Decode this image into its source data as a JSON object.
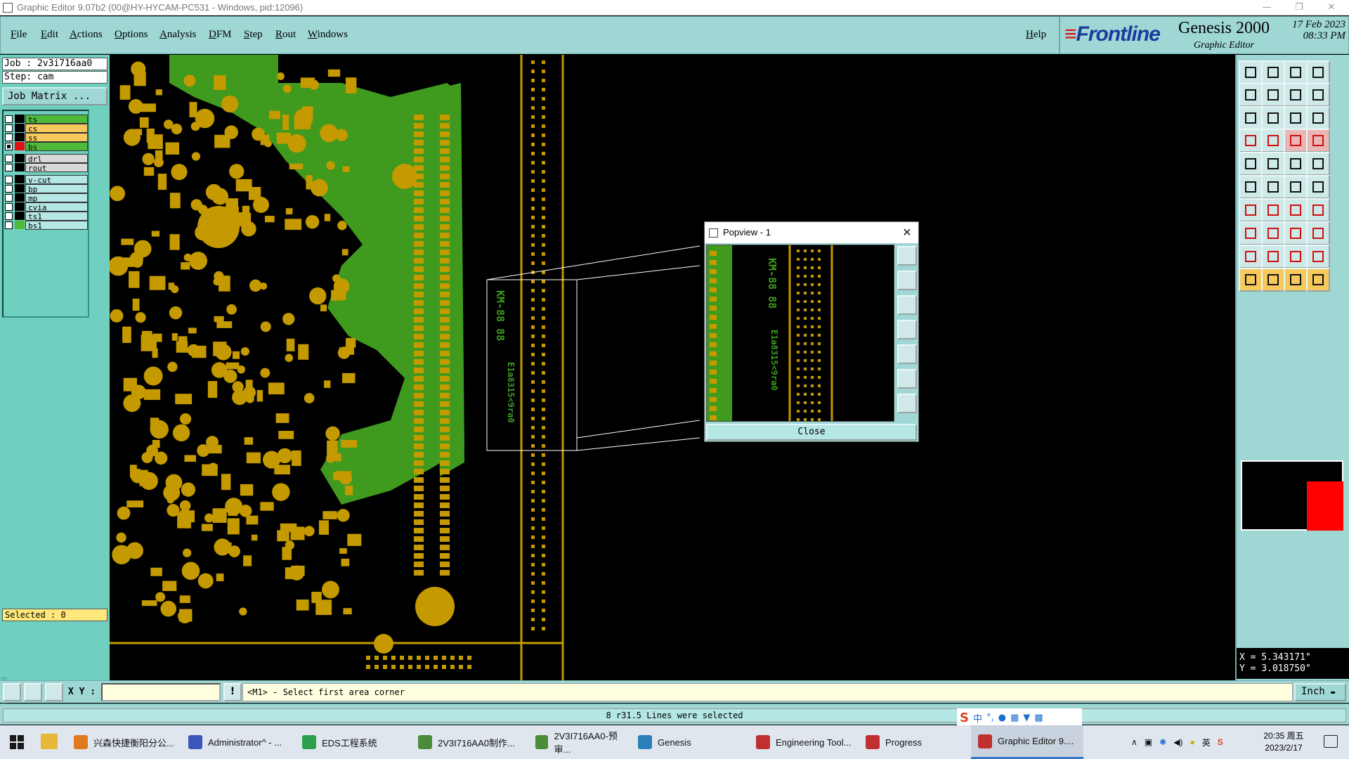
{
  "window": {
    "title": "Graphic Editor 9.07b2 (00@HY-HYCAM-PC531 - Windows, pid:12096)",
    "minimize": "—",
    "restore": "❐",
    "close": "✕"
  },
  "menu": {
    "items": [
      "File",
      "Edit",
      "Actions",
      "Options",
      "Analysis",
      "DFM",
      "Step",
      "Rout",
      "Windows"
    ],
    "help": "Help"
  },
  "brand": {
    "logo": "Frontline",
    "product": "Genesis 2000",
    "subtitle": "Graphic Editor",
    "date": "17 Feb 2023",
    "time": "08:33 PM"
  },
  "left": {
    "job": "Job : 2v3i716aa0",
    "step": "Step: cam",
    "job_matrix": "Job Matrix ...",
    "layers": [
      {
        "name": "ts",
        "color": "#4fb93a",
        "swatch": "#000000",
        "checked": false
      },
      {
        "name": "cs",
        "color": "#f6c95d",
        "swatch": "#000000",
        "checked": false
      },
      {
        "name": "ss",
        "color": "#f6c95d",
        "swatch": "#000000",
        "checked": false
      },
      {
        "name": "bs",
        "color": "#4fb93a",
        "swatch": "#e01010",
        "checked": true,
        "marker": "▒"
      },
      {
        "name": "drl",
        "color": "#d9d9d9",
        "swatch": "#000000",
        "checked": false
      },
      {
        "name": "rout",
        "color": "#d9d9d9",
        "swatch": "#000000",
        "checked": false
      },
      {
        "name": "v-cut",
        "color": "#b5e7e4",
        "swatch": "#000000",
        "checked": false
      },
      {
        "name": "bp",
        "color": "#b5e7e4",
        "swatch": "#000000",
        "checked": false
      },
      {
        "name": "mp",
        "color": "#b5e7e4",
        "swatch": "#000000",
        "checked": false
      },
      {
        "name": "cvia",
        "color": "#b5e7e4",
        "swatch": "#000000",
        "checked": false
      },
      {
        "name": "ts1",
        "color": "#b5e7e4",
        "swatch": "#000000",
        "checked": false
      },
      {
        "name": "bs1",
        "color": "#b5e7e4",
        "swatch": "#4fb93a",
        "checked": false
      }
    ],
    "selected": "Selected : 0"
  },
  "coords": {
    "x": "X = 5.343171\"",
    "y": "Y = 3.018750\""
  },
  "command": {
    "xy_label": "X Y :",
    "xy_value": "",
    "info_button": "!",
    "prompt": "<M1> - Select first area corner",
    "unit": "Inch"
  },
  "status": {
    "message": "8 r31.5 Lines were selected"
  },
  "popview": {
    "title": "Popview - 1",
    "close_label": "Close",
    "silk_text_1": "KM-88 88",
    "silk_text_2": "E1a8315<9ra0"
  },
  "canvas_text": {
    "silk_1": "KM-88 88",
    "silk_2": "E1a8315<9ra0"
  },
  "colors": {
    "copper": "#c49a00",
    "mask": "#3f9a1e",
    "panel": "#9fd7d5",
    "left_panel": "#6fd0c0"
  },
  "ime": {
    "label": "中"
  },
  "taskbar": {
    "items": [
      {
        "label": "兴森快捷衡阳分公...",
        "color": "#e07a1f"
      },
      {
        "label": "Administrator^ - ...",
        "color": "#3a56b8"
      },
      {
        "label": "EDS工程系统",
        "color": "#2aa04a"
      },
      {
        "label": "2V3I716AA0制作...",
        "color": "#4a8c3a"
      },
      {
        "label": "2V3I716AA0-预审...",
        "color": "#4a8c3a"
      },
      {
        "label": "Genesis",
        "color": "#2b7fb8"
      },
      {
        "label": "Engineering Tool...",
        "color": "#c03030"
      },
      {
        "label": "Progress",
        "color": "#c03030"
      },
      {
        "label": "Graphic Editor 9....",
        "color": "#c03030"
      }
    ],
    "tray_lang": "英",
    "time": "20:35 周五",
    "date": "2023/2/17"
  }
}
